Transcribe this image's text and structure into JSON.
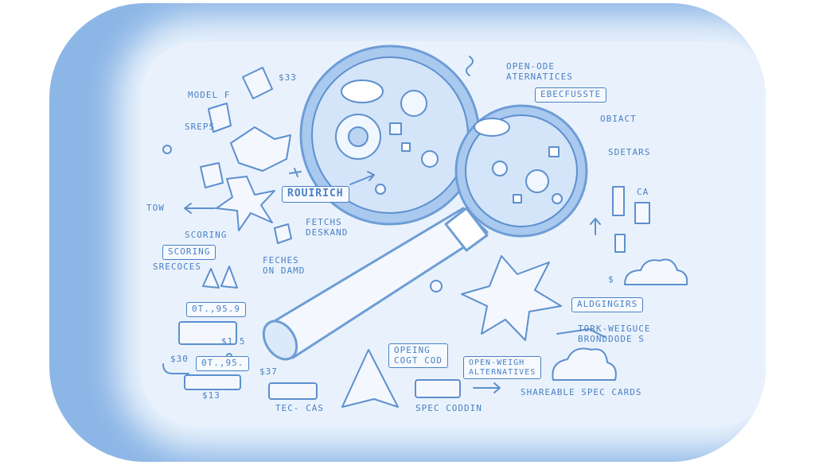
{
  "labels": {
    "model_f": "MODEL F",
    "s33": "$33",
    "sreps": "SREPS",
    "tow": "TOW",
    "scoring1": "SCORING",
    "scoring2": "SCORING",
    "srecoces": "SRECOCES",
    "rouirich": "ROUIRICH",
    "fetchs_deskand": "FETCHS\nDESKAND",
    "feches_on_damd": "FECHES\nON DAMD",
    "ot_95_a": "0T.,95.9",
    "ot_95_b": "0T.,95.",
    "s1_5": "$1 5",
    "s30": "$30",
    "s37": "$37",
    "s13": "$13",
    "tec_cas": "TEC- CAS",
    "opening_cost": "OPEING\nCOGT COD",
    "open_weigh_alt": "OPEN-WEIGH\nALTERNATIVES",
    "spec_coddin": "SPEC CODDIN",
    "shareable_spec_cards": "SHAREABLE SPEC CARDS",
    "open_ode_alt": "OPEN-ODE\nATERNATICES",
    "ebecfusste": "EBECFUSSTE",
    "obiact": "OBIACT",
    "sdetars": "SDETARS",
    "ca": "CA",
    "aldgingirs": "ALDGINGIRS",
    "tork_weigence": "TORK-WEIGUCE\nBRONDDODE S",
    "s_mark": "$"
  },
  "colors": {
    "panel": "#8cb6e6",
    "glow": "#e9f2fc",
    "ink": "#4a80c4",
    "ink_light": "#bcd5f3"
  }
}
